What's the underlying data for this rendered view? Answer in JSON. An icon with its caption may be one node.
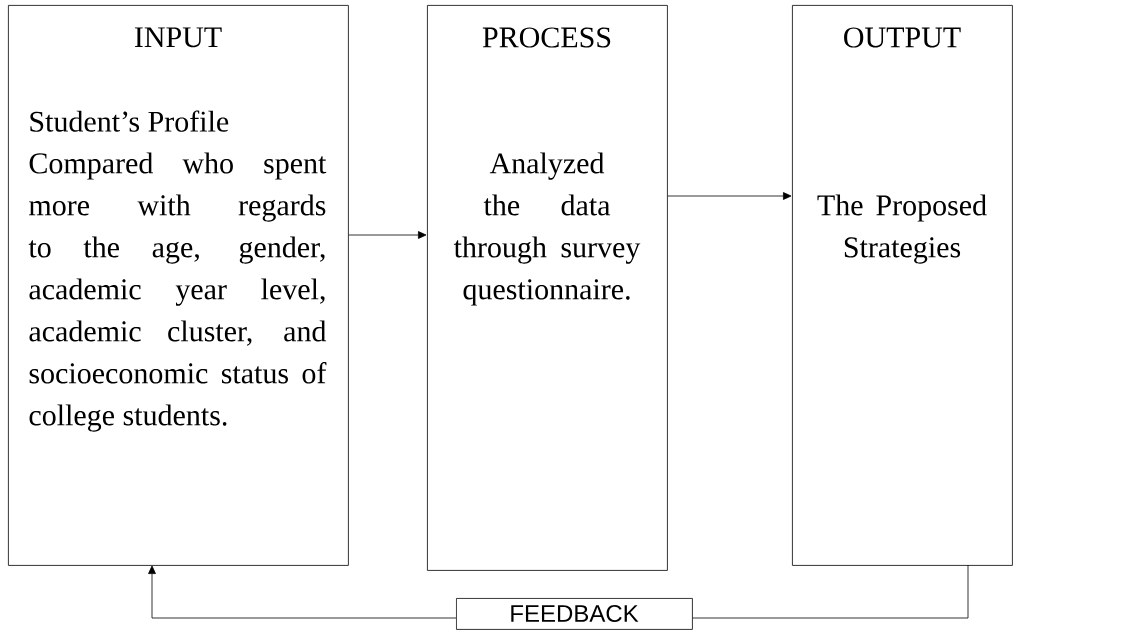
{
  "diagram": {
    "nodes": [
      {
        "text": [
          "INPUT",
          "Student’s Profile",
          "Compared who spent more with regards to the age, gender, academic year level, academic cluster, and socioeconomic status of college students."
        ]
      },
      {
        "text": [
          "PROCESS",
          "Analyzed the data through survey questionnaire."
        ]
      },
      {
        "text": [
          "OUTPUT",
          "The Proposed Strategies"
        ]
      },
      {
        "text": [
          "FEEDBACK"
        ]
      }
    ],
    "edges": [
      {
        "from": 0,
        "to": 1,
        "arrow": "to"
      },
      {
        "from": 1,
        "to": 2,
        "arrow": "to"
      },
      {
        "from": 2,
        "to": 3,
        "arrow": "none"
      },
      {
        "from": 3,
        "to": 0,
        "arrow": "to"
      }
    ]
  }
}
